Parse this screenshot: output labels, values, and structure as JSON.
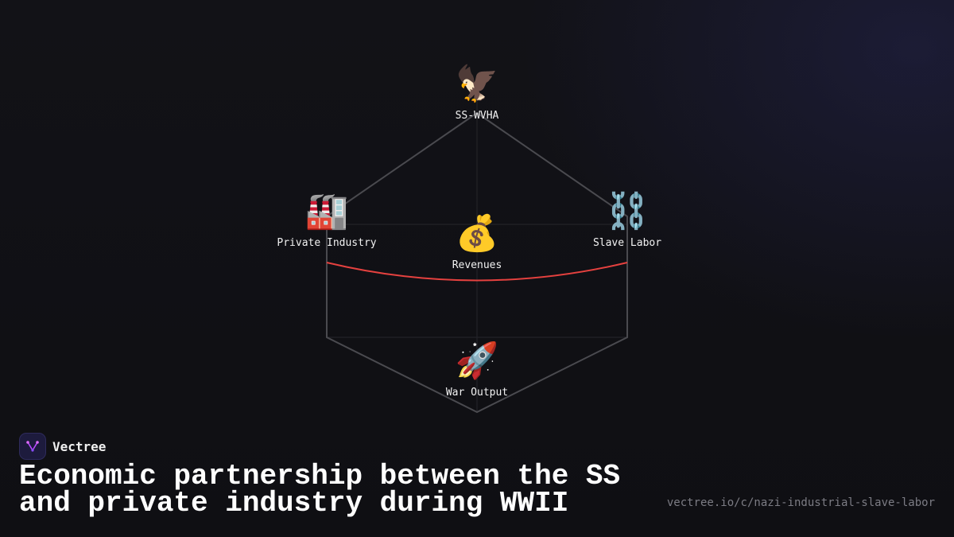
{
  "nodes": {
    "top": {
      "icon": "🦅",
      "icon_name": "eagle-icon",
      "label": "SS-WVHA"
    },
    "left": {
      "icon": "🏭",
      "icon_name": "factory-icon",
      "label": "Private Industry"
    },
    "right": {
      "icon": "⛓️",
      "icon_name": "chains-icon",
      "label": "Slave Labor"
    },
    "center": {
      "icon": "💰",
      "icon_name": "money-bag-icon",
      "label": "Revenues"
    },
    "bottom": {
      "icon": "🚀",
      "icon_name": "rocket-icon",
      "label": "War Output"
    }
  },
  "colors": {
    "edge": "#4a4a4f",
    "grid": "#26262b",
    "highlight": "#e5413f",
    "logo_accent": "#b84bff"
  },
  "brand": {
    "name": "Vectree"
  },
  "title": "Economic partnership between the SS and private industry during WWII",
  "url": "vectree.io/c/nazi-industrial-slave-labor"
}
